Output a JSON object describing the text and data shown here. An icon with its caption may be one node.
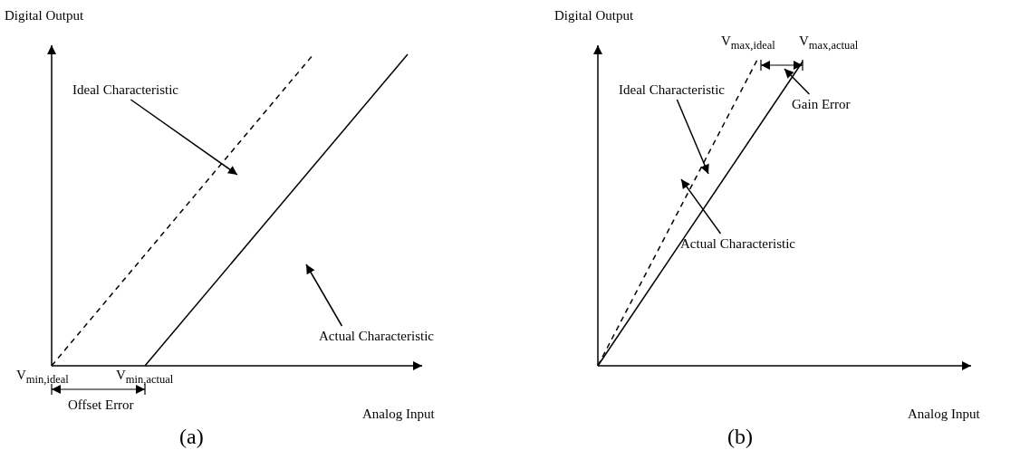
{
  "diagram": {
    "nodes": [
      {
        "text": [
          "Ideal Characteristic"
        ]
      },
      {
        "text": [
          "Actual Characteristic"
        ]
      },
      {
        "text": [
          "Ideal Characteristic"
        ]
      },
      {
        "text": [
          "Gain Error"
        ]
      },
      {
        "text": [
          "Actual Characteristic"
        ]
      }
    ],
    "edges": [
      {
        "from": 0,
        "to": null,
        "arrow": "to"
      },
      {
        "from": 1,
        "to": null,
        "arrow": "to"
      },
      {
        "from": 2,
        "to": null,
        "arrow": "to"
      },
      {
        "from": 3,
        "to": null,
        "arrow": "to"
      },
      {
        "from": 4,
        "to": null,
        "arrow": "to"
      }
    ],
    "labels": [
      "Digital Output",
      "V$_{min,ideal}$",
      "V$_{min,actual}$",
      "Analog Input",
      "Offset Error",
      "(a)",
      "Digital Output",
      "V$_{max,ideal}$",
      "V$_{max,actual}$",
      "Analog Input",
      "(b)"
    ]
  }
}
